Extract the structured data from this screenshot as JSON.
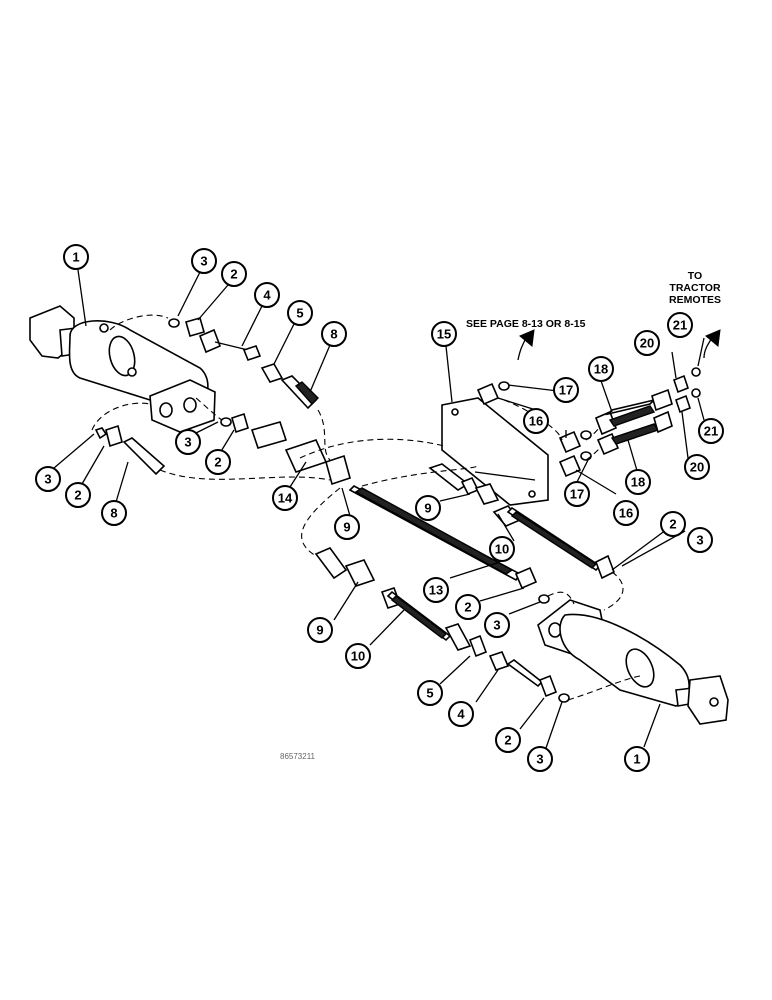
{
  "notes": {
    "see_page": "SEE PAGE 8-13 OR 8-15",
    "to_line1": "TO",
    "to_line2": "TRACTOR",
    "to_line3": "REMOTES"
  },
  "figure_id": "86573211",
  "callouts": [
    {
      "id": "c1a",
      "label": "1"
    },
    {
      "id": "c3a",
      "label": "3"
    },
    {
      "id": "c2a",
      "label": "2"
    },
    {
      "id": "c4a",
      "label": "4"
    },
    {
      "id": "c5a",
      "label": "5"
    },
    {
      "id": "c8a",
      "label": "8"
    },
    {
      "id": "c3b",
      "label": "3"
    },
    {
      "id": "c2b",
      "label": "2"
    },
    {
      "id": "c3c",
      "label": "3"
    },
    {
      "id": "c2c",
      "label": "2"
    },
    {
      "id": "c8b",
      "label": "8"
    },
    {
      "id": "c14",
      "label": "14"
    },
    {
      "id": "c9a",
      "label": "9"
    },
    {
      "id": "c15",
      "label": "15"
    },
    {
      "id": "c17a",
      "label": "17"
    },
    {
      "id": "c16a",
      "label": "16"
    },
    {
      "id": "c18a",
      "label": "18"
    },
    {
      "id": "c20a",
      "label": "20"
    },
    {
      "id": "c21a",
      "label": "21"
    },
    {
      "id": "c21b",
      "label": "21"
    },
    {
      "id": "c20b",
      "label": "20"
    },
    {
      "id": "c18b",
      "label": "18"
    },
    {
      "id": "c17b",
      "label": "17"
    },
    {
      "id": "c16b",
      "label": "16"
    },
    {
      "id": "c9b",
      "label": "9"
    },
    {
      "id": "c10a",
      "label": "10"
    },
    {
      "id": "c2d",
      "label": "2"
    },
    {
      "id": "c3d",
      "label": "3"
    },
    {
      "id": "c13",
      "label": "13"
    },
    {
      "id": "c2e",
      "label": "2"
    },
    {
      "id": "c3e",
      "label": "3"
    },
    {
      "id": "c9c",
      "label": "9"
    },
    {
      "id": "c10b",
      "label": "10"
    },
    {
      "id": "c5b",
      "label": "5"
    },
    {
      "id": "c4b",
      "label": "4"
    },
    {
      "id": "c2f",
      "label": "2"
    },
    {
      "id": "c3f",
      "label": "3"
    },
    {
      "id": "c1b",
      "label": "1"
    }
  ]
}
